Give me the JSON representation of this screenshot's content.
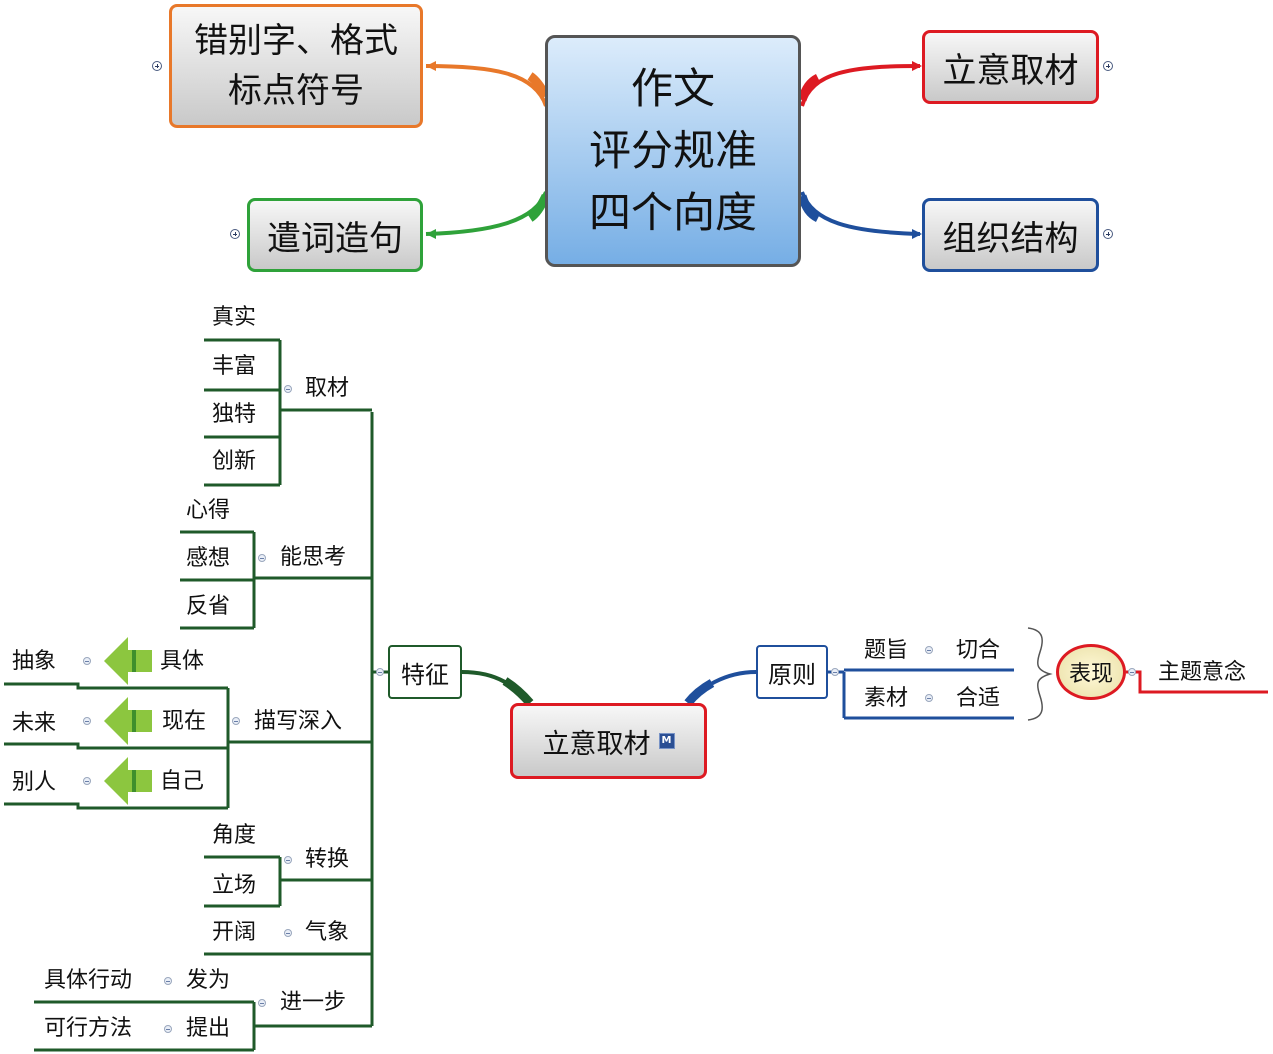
{
  "top": {
    "center": [
      "作文",
      "评分规准",
      "四个向度"
    ],
    "typos": [
      "错别字、格式",
      "标点符号"
    ],
    "wording": "遣词造句",
    "material": "立意取材",
    "structure": "组织结构"
  },
  "main": {
    "root": "立意取材",
    "root_marker": "M",
    "features": "特征",
    "group_material": "取材",
    "material_items": [
      "真实",
      "丰富",
      "独特",
      "创新"
    ],
    "group_thinking": "能思考",
    "thinking_items": [
      "心得",
      "感想",
      "反省"
    ],
    "group_depth": "描写深入",
    "depth_items": [
      "具体",
      "现在",
      "自己"
    ],
    "depth_contrast": [
      "抽象",
      "未来",
      "别人"
    ],
    "group_switch": "转换",
    "switch_items": [
      "角度",
      "立场"
    ],
    "group_vision": "气象",
    "vision_item": "开阔",
    "group_further": "进一步",
    "further_mid": [
      "发为",
      "提出"
    ],
    "further_leaf": [
      "具体行动",
      "可行方法"
    ],
    "principle": "原则",
    "theme": "题旨",
    "fit": "切合",
    "stuff": "素材",
    "suitable": "合适",
    "show": "表现",
    "main_idea": "主题意念"
  },
  "colors": {
    "orange": "#e8782a",
    "red": "#dd1a22",
    "green": "#2fa23a",
    "blue": "#1f4f9c",
    "darkgreen": "#1f5a2a",
    "arrowgreen": "#8cc63f"
  }
}
